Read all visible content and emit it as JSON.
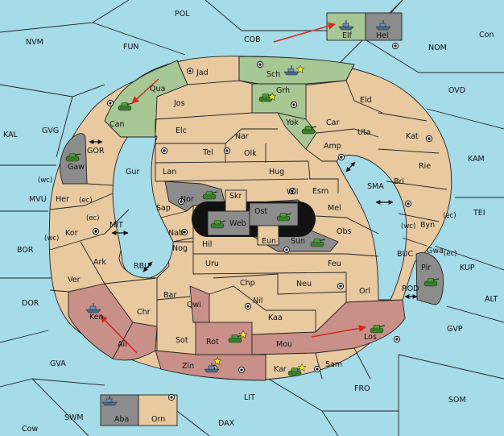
{
  "colors": {
    "sea": "#a6dbe8",
    "land": "#e8c9a0",
    "green": "#a7c795",
    "red": "#c99089",
    "grey": "#8c8c8c",
    "arrow": "#d32a1e"
  },
  "sea_labels": {
    "pol": "POL",
    "nvm": "NVM",
    "fun": "FUN",
    "cob": "COB",
    "nom": "NOM",
    "con": "Con",
    "ovd": "OVD",
    "kal": "KAL",
    "gvg": "GVG",
    "kam": "KAM",
    "mvu": "MVU",
    "tei": "TEI",
    "bor": "BOR",
    "kup": "KUP",
    "dor": "DOR",
    "alt": "ALT",
    "gvp": "GVP",
    "gva": "GVA",
    "fro": "FRO",
    "som": "SOM",
    "lit": "LIT",
    "swm": "SWM",
    "dax": "DAX",
    "cow": "Cow",
    "gor": "GOR",
    "mit": "MIT",
    "rbu": "RBU",
    "sma": "SMA",
    "buc": "BUC",
    "rod": "ROD"
  },
  "land_labels": {
    "jad": "Jad",
    "sch": "Sch",
    "qua": "Qua",
    "jos": "Jos",
    "grh": "Grh",
    "eld": "Eld",
    "can": "Can",
    "yok": "Yok",
    "car": "Car",
    "elc": "Elc",
    "uta": "Uta",
    "nar": "Nar",
    "amp": "Amp",
    "kat": "Kat",
    "tel": "Tel",
    "olk": "Olk",
    "gaw": "Gaw",
    "gur": "Gur",
    "lan": "Lan",
    "hug": "Hug",
    "rie": "Rie",
    "bri": "Bri",
    "wil": "Wil",
    "esm": "Esm",
    "her": "Her",
    "nor": "Nor",
    "skr": "Skr",
    "ost": "Ost",
    "sap": "Sap",
    "mel": "Mel",
    "web": "Web",
    "byn": "Byn",
    "kor": "Kor",
    "nab": "Nab",
    "eun": "Eun",
    "obs": "Obs",
    "sun": "Sun",
    "hil": "Hil",
    "gwa": "Gwa",
    "nog": "Nog",
    "ark": "Ark",
    "uru": "Uru",
    "feu": "Feu",
    "pir": "Pir",
    "ver": "Ver",
    "chp": "Chp",
    "neu": "Neu",
    "bar": "Bar",
    "orl": "Orl",
    "qwi": "Qwi",
    "nil": "Nil",
    "chr": "Chr",
    "ken": "Ken",
    "kaa": "Kaa",
    "sot": "Sot",
    "rot": "Rot",
    "los": "Los",
    "ail": "Ail",
    "mou": "Mou",
    "sam": "Sam",
    "zin": "Zin",
    "kar": "Kar",
    "elf": "Elf",
    "hel": "Hel",
    "aba": "Aba",
    "orn": "Orn"
  },
  "coast_labels": {
    "gaw_wc": "(wc)",
    "her_ec": "(ec)",
    "kor_ec": "(ec)",
    "kor_wc": "(wc)",
    "byn_ec": "(ec)",
    "byn_wc": "(wc)",
    "gwa_ec": "(ec)"
  }
}
